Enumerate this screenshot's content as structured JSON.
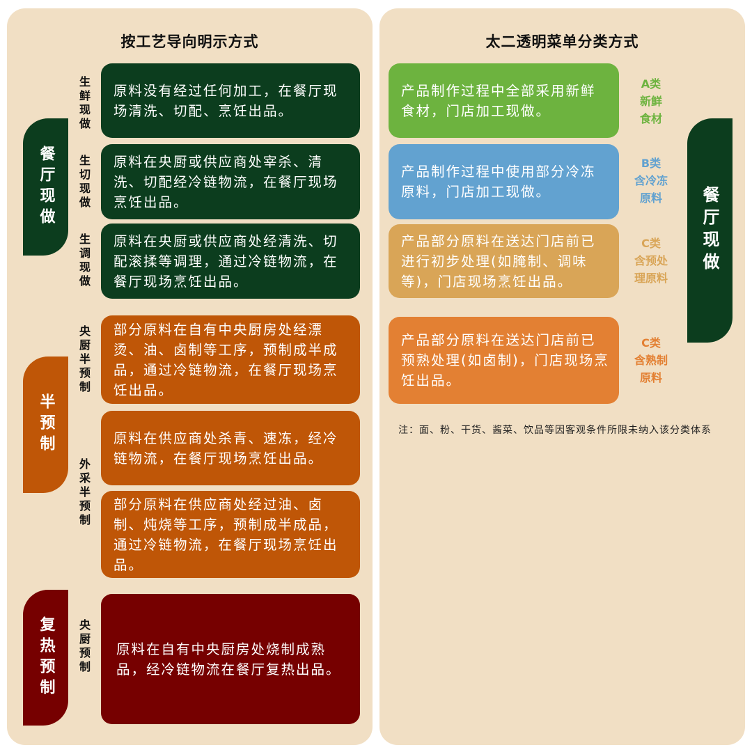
{
  "left": {
    "title": "按工艺导向明示方式",
    "groups": [
      {
        "label": "餐厅现做",
        "color": "#0c3d1e"
      },
      {
        "label": "半预制",
        "color": "#bf5607"
      },
      {
        "label": "复热预制",
        "color": "#760000"
      }
    ],
    "sublabels": [
      "生鲜现做",
      "生切现做",
      "生调现做",
      "央厨半预制",
      "外采半预制",
      "央厨预制"
    ],
    "items": [
      "原料没有经过任何加工，在餐厅现场清洗、切配、烹饪出品。",
      "原料在央厨或供应商处宰杀、清洗、切配经冷链物流，在餐厅现场烹饪出品。",
      "原料在央厨或供应商处经清洗、切配滚揉等调理，通过冷链物流，在餐厅现场烹饪出品。",
      "部分原料在自有中央厨房处经漂烫、油、卤制等工序，预制成半成品，通过冷链物流，在餐厅现场烹饪出品。",
      "原料在供应商处杀青、速冻，经冷链物流，在餐厅现场烹饪出品。",
      "部分原料在供应商处经过油、卤制、炖烧等工序，预制成半成品，通过冷链物流，在餐厅现场烹饪出品。",
      "原料在自有中央厨房处烧制成熟品，经冷链物流在餐厅复热出品。"
    ]
  },
  "right": {
    "title": "太二透明菜单分类方式",
    "tab": "餐厅现做",
    "items": [
      {
        "text": "产品制作过程中全部采用新鲜食材，门店加工现做。",
        "cls": "A类",
        "desc": "新鲜食材",
        "color": "#6db33f"
      },
      {
        "text": "产品制作过程中使用部分冷冻原料，门店加工现做。",
        "cls": "B类",
        "desc": "含冷冻原料",
        "color": "#62a2d0"
      },
      {
        "text": "产品部分原料在送达门店前已进行初步处理(如腌制、调味等)，门店现场烹饪出品。",
        "cls": "C类",
        "desc": "含预处理原料",
        "color": "#d9a557"
      },
      {
        "text": "产品部分原料在送达门店前已预熟处理(如卤制)，门店现场烹饪出品。",
        "cls": "C类",
        "desc": "含熟制原料",
        "color": "#e38033"
      }
    ],
    "note": "注：面、粉、干货、酱菜、饮品等因客观条件所限未纳入该分类体系"
  }
}
